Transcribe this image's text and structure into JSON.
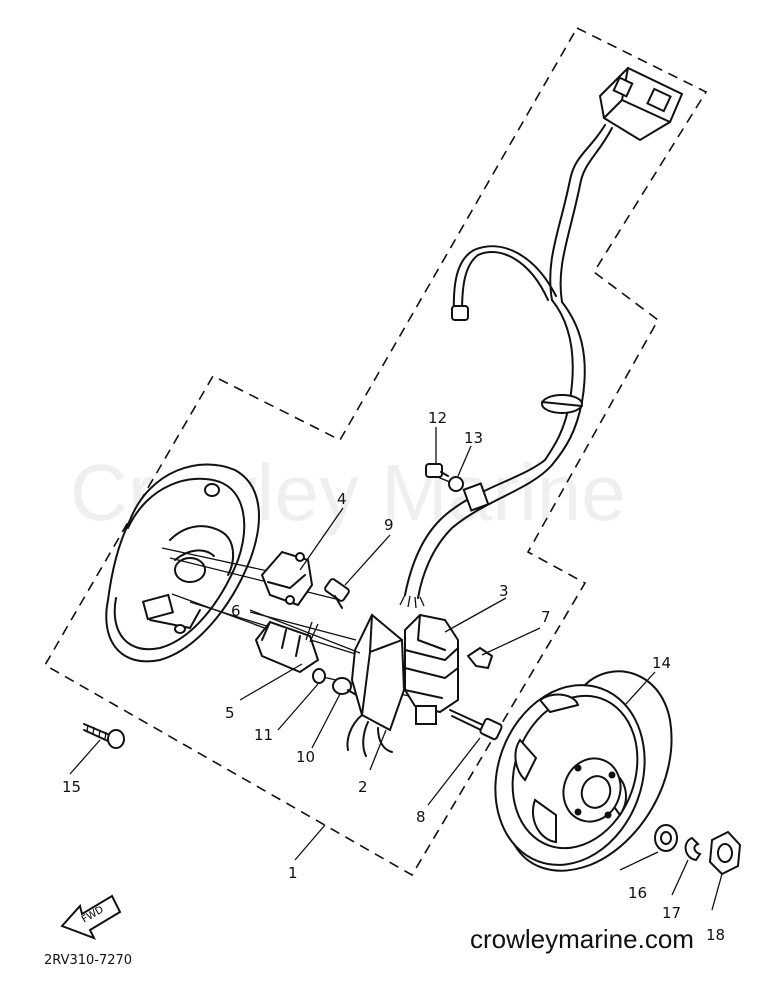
{
  "watermark": "Crowley Marine",
  "website": "crowleymarine.com",
  "diagram_code": "2RV310-7270",
  "fwd_label": "FWD",
  "callouts": [
    "1",
    "2",
    "3",
    "4",
    "5",
    "6",
    "7",
    "8",
    "9",
    "10",
    "11",
    "12",
    "13",
    "14",
    "15",
    "16",
    "17",
    "18"
  ]
}
